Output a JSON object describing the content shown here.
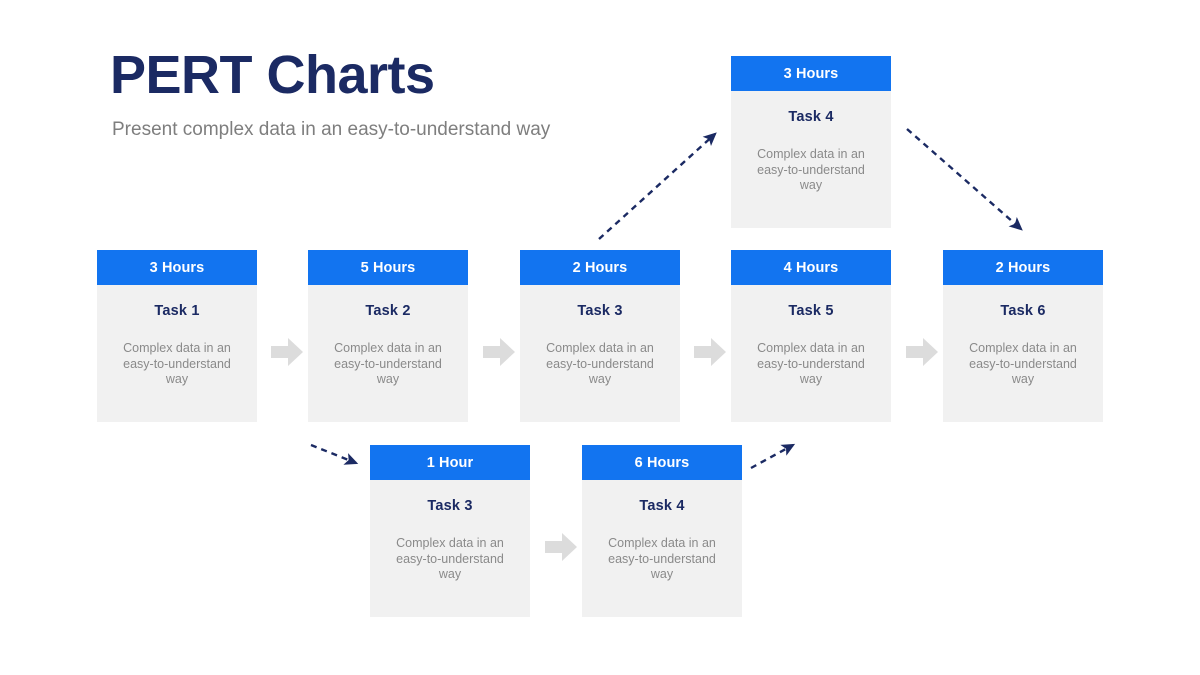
{
  "header": {
    "title": "PERT Charts",
    "subtitle": "Present complex data in an easy-to-understand way"
  },
  "colors": {
    "accent_blue": "#1274f0",
    "title_navy": "#1b2a63",
    "card_body_gray": "#f1f1f1",
    "desc_gray": "#8a8a8a",
    "block_arrow_gray": "#dcdcdc",
    "dash_arrow_navy": "#1b2a63",
    "background": "#ffffff"
  },
  "chart_data": {
    "type": "diagram",
    "title": "PERT Charts",
    "subtitle": "Present complex data in an easy-to-understand way",
    "rows": {
      "top": [
        {
          "id": "top-1",
          "duration": "3 Hours",
          "task": "Task 4",
          "description": "Complex data in an easy-to-understand way"
        }
      ],
      "middle": [
        {
          "id": "mid-1",
          "duration": "3 Hours",
          "task": "Task 1",
          "description": "Complex data in an easy-to-understand way"
        },
        {
          "id": "mid-2",
          "duration": "5 Hours",
          "task": "Task 2",
          "description": "Complex data in an easy-to-understand way"
        },
        {
          "id": "mid-3",
          "duration": "2 Hours",
          "task": "Task 3",
          "description": "Complex data in an easy-to-understand way"
        },
        {
          "id": "mid-4",
          "duration": "4 Hours",
          "task": "Task 5",
          "description": "Complex data in an easy-to-understand way"
        },
        {
          "id": "mid-5",
          "duration": "2 Hours",
          "task": "Task 6",
          "description": "Complex data in an easy-to-understand way"
        }
      ],
      "bottom": [
        {
          "id": "bot-1",
          "duration": "1 Hour",
          "task": "Task 3",
          "description": "Complex data in an easy-to-understand way"
        },
        {
          "id": "bot-2",
          "duration": "6 Hours",
          "task": "Task 4",
          "description": "Complex data in an easy-to-understand way"
        }
      ]
    },
    "connectors": {
      "solid_block_arrows": [
        {
          "from": "mid-1",
          "to": "mid-2",
          "style": "solid-block",
          "direction": "right"
        },
        {
          "from": "mid-2",
          "to": "mid-3",
          "style": "solid-block",
          "direction": "right"
        },
        {
          "from": "mid-3",
          "to": "mid-4",
          "style": "solid-block",
          "direction": "right"
        },
        {
          "from": "mid-4",
          "to": "mid-5",
          "style": "solid-block",
          "direction": "right"
        },
        {
          "from": "bot-1",
          "to": "bot-2",
          "style": "solid-block",
          "direction": "right"
        }
      ],
      "dashed_arrows": [
        {
          "from": "mid-3",
          "to": "top-1",
          "style": "dashed",
          "direction": "up-right"
        },
        {
          "from": "top-1",
          "to": "mid-5",
          "style": "dashed",
          "direction": "down-right"
        },
        {
          "from": "mid-2",
          "to": "bot-1",
          "style": "dashed",
          "direction": "down-right"
        },
        {
          "from": "bot-2",
          "to": "mid-4",
          "style": "dashed",
          "direction": "up-right"
        }
      ]
    }
  }
}
